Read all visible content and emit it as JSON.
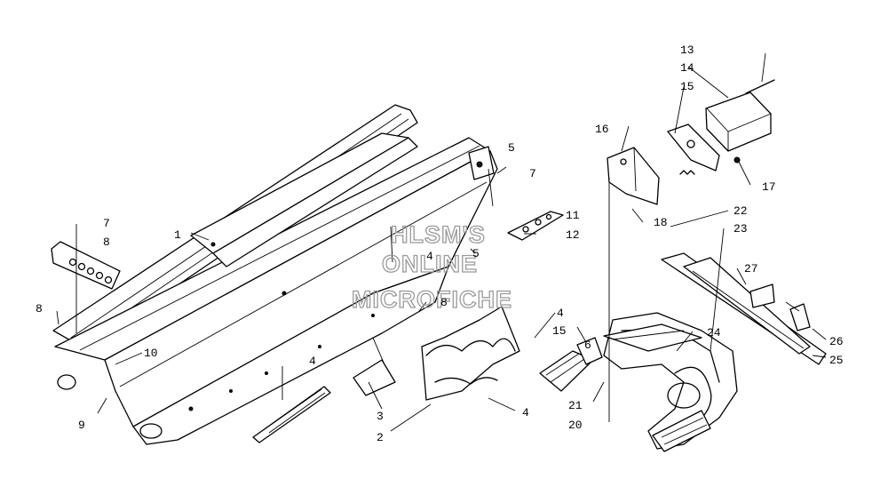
{
  "watermark": {
    "line1": "HLSM'S",
    "line2": "ONLINE",
    "line3": "MICROFICHE"
  },
  "callouts": {
    "c1": "1",
    "c2": "2",
    "c3": "3",
    "c4a": "4",
    "c4b": "4",
    "c4c": "4",
    "c4d": "4",
    "c5a": "5",
    "c5b": "5",
    "c6": "6",
    "c7a": "7",
    "c7b": "7",
    "c8a": "8",
    "c8b": "8",
    "c8c": "8",
    "c9": "9",
    "c10": "10",
    "c11": "11",
    "c12": "12",
    "c13": "13",
    "c14": "14",
    "c15a": "15",
    "c15b": "15",
    "c16": "16",
    "c17": "17",
    "c18": "18",
    "c20": "20",
    "c21": "21",
    "c22": "22",
    "c23": "23",
    "c24": "24",
    "c25": "25",
    "c26": "26",
    "c27": "27"
  }
}
